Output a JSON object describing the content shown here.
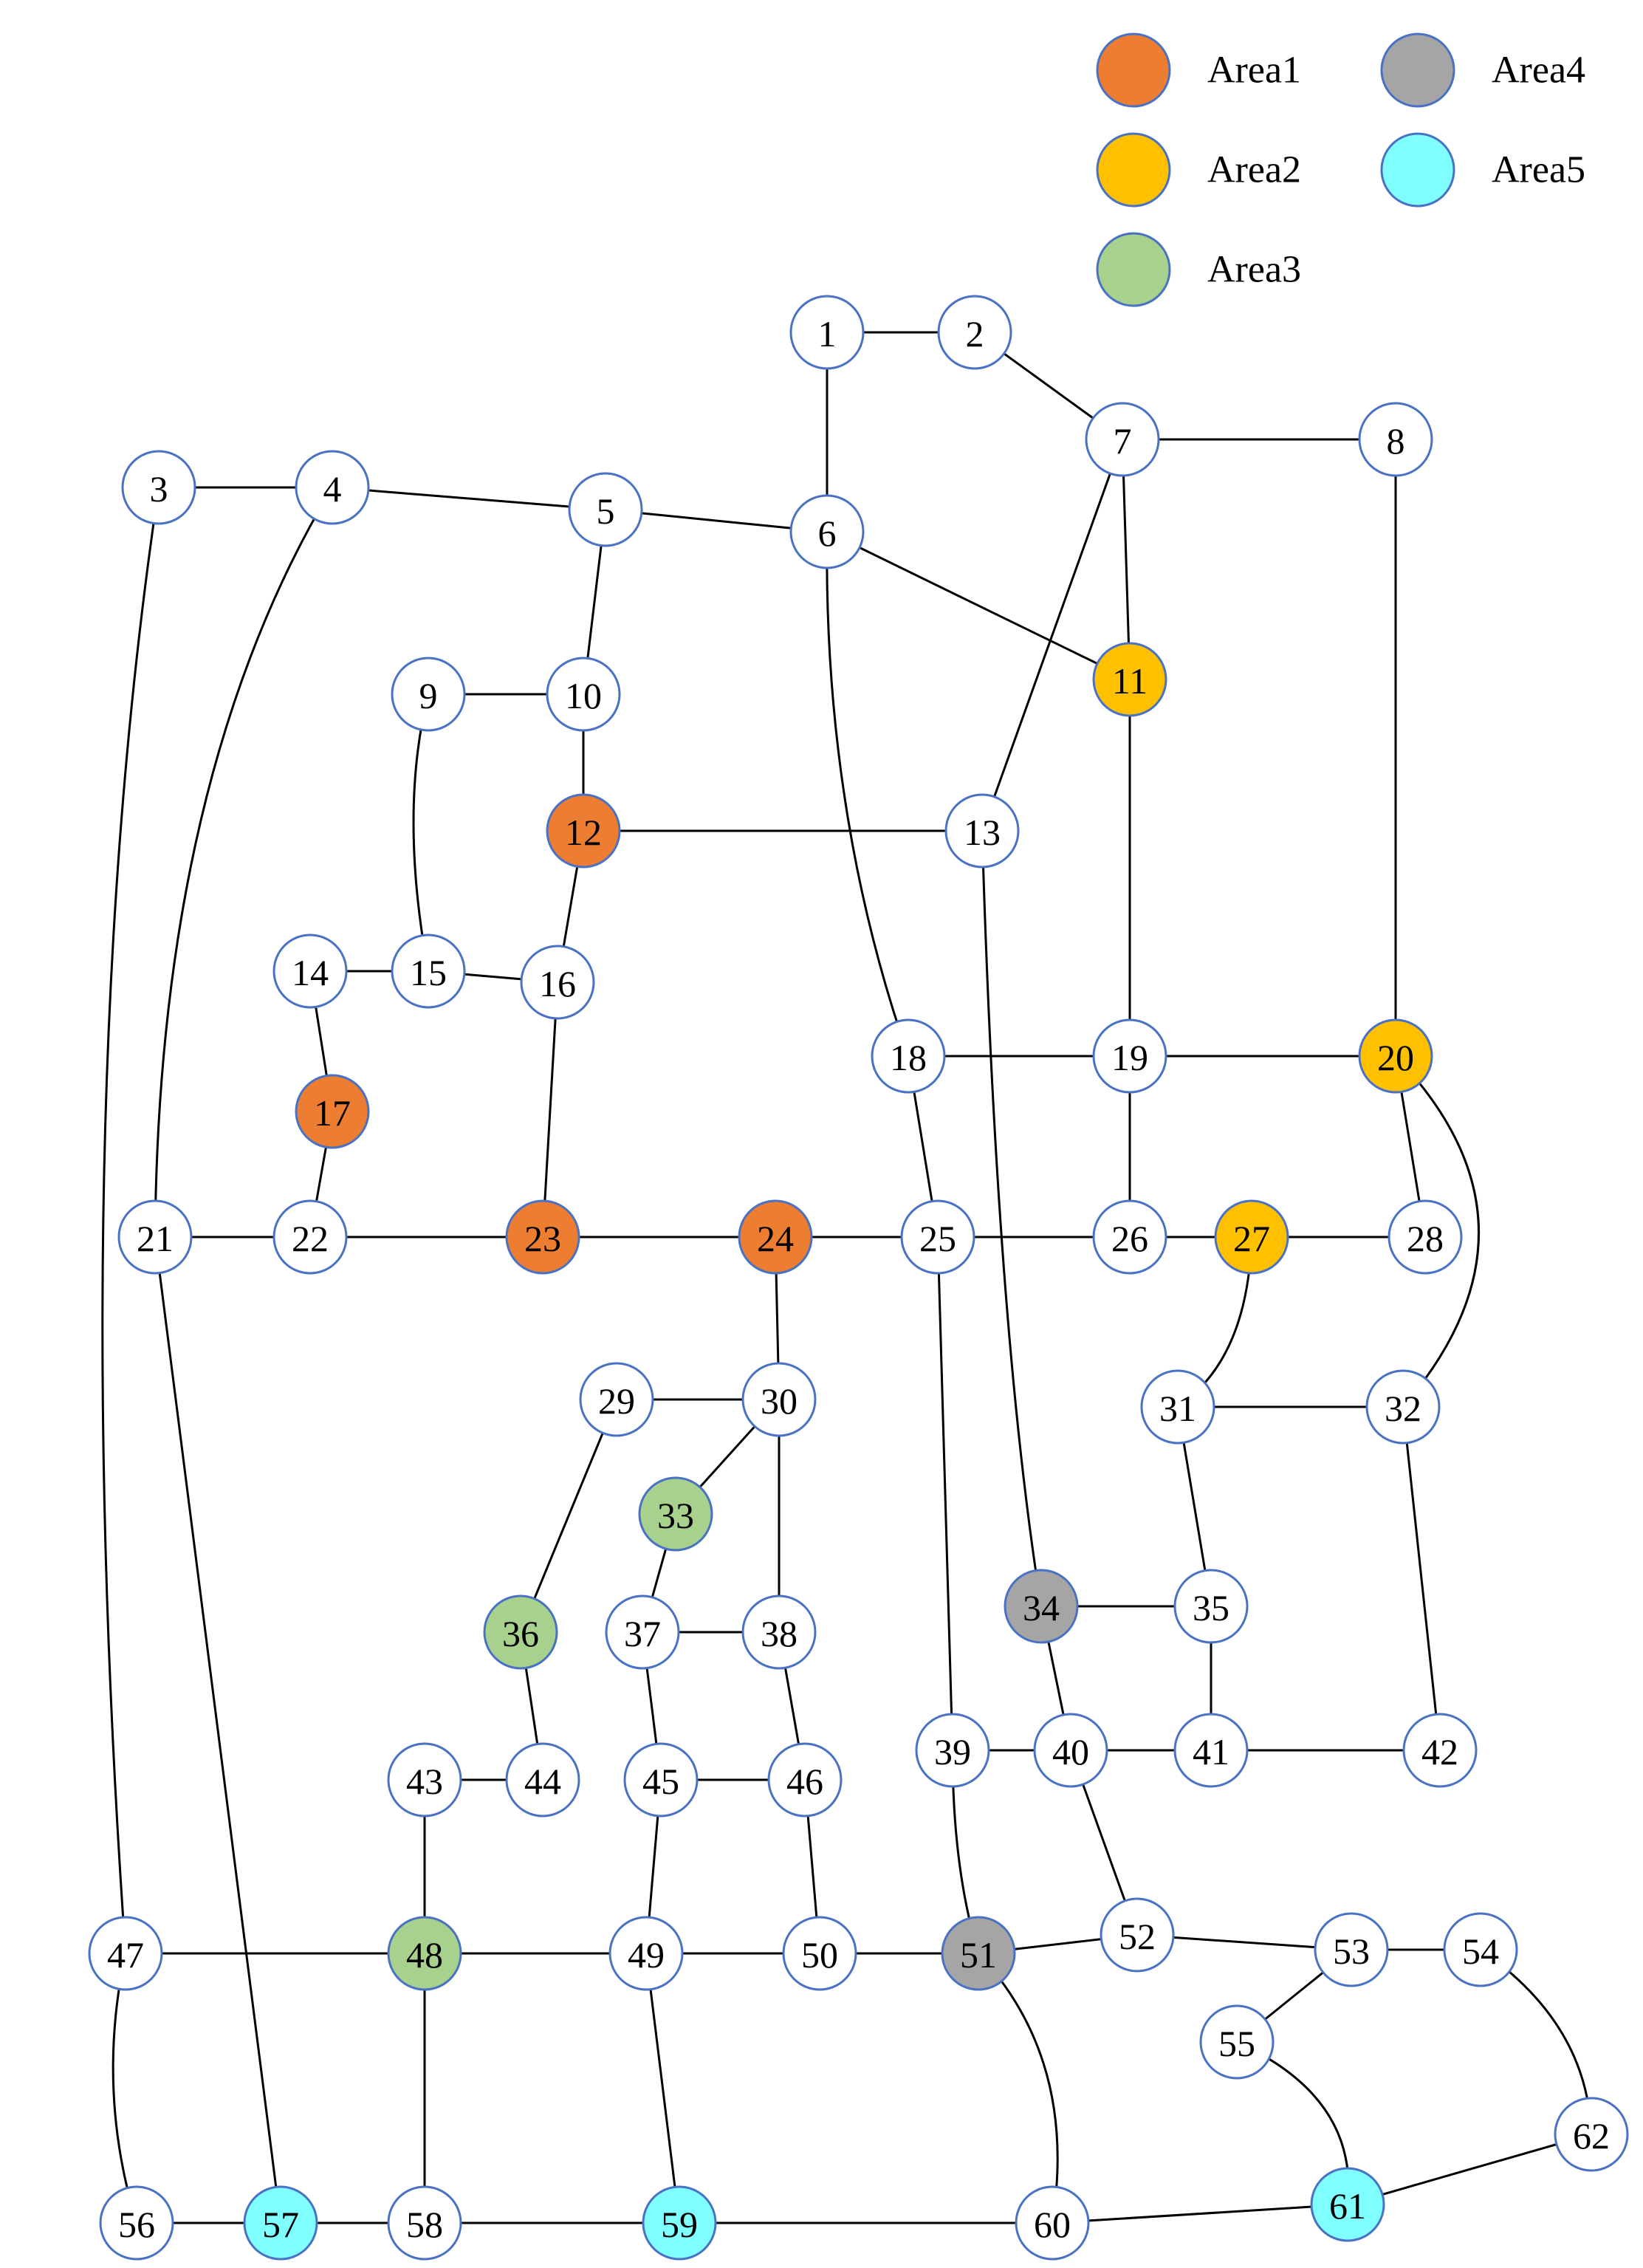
{
  "legend": [
    {
      "key": "area1",
      "label": "Area1",
      "color": "#ED7D31"
    },
    {
      "key": "area2",
      "label": "Area2",
      "color": "#FFC000"
    },
    {
      "key": "area3",
      "label": "Area3",
      "color": "#A9D18E"
    },
    {
      "key": "area4",
      "label": "Area4",
      "color": "#A5A5A5"
    },
    {
      "key": "area5",
      "label": "Area5",
      "color": "#7FFFFF"
    }
  ],
  "default_node_color": "#FFFFFF",
  "nodes": [
    {
      "id": "1"
    },
    {
      "id": "2"
    },
    {
      "id": "3"
    },
    {
      "id": "4"
    },
    {
      "id": "5"
    },
    {
      "id": "6"
    },
    {
      "id": "7"
    },
    {
      "id": "8"
    },
    {
      "id": "9"
    },
    {
      "id": "10"
    },
    {
      "id": "11",
      "area": "area2"
    },
    {
      "id": "12",
      "area": "area1"
    },
    {
      "id": "13"
    },
    {
      "id": "14"
    },
    {
      "id": "15"
    },
    {
      "id": "16"
    },
    {
      "id": "17",
      "area": "area1"
    },
    {
      "id": "18"
    },
    {
      "id": "19"
    },
    {
      "id": "20",
      "area": "area2"
    },
    {
      "id": "21"
    },
    {
      "id": "22"
    },
    {
      "id": "23",
      "area": "area1"
    },
    {
      "id": "24",
      "area": "area1"
    },
    {
      "id": "25"
    },
    {
      "id": "26"
    },
    {
      "id": "27",
      "area": "area2"
    },
    {
      "id": "28"
    },
    {
      "id": "29"
    },
    {
      "id": "30"
    },
    {
      "id": "31"
    },
    {
      "id": "32"
    },
    {
      "id": "33",
      "area": "area3"
    },
    {
      "id": "34",
      "area": "area4"
    },
    {
      "id": "35"
    },
    {
      "id": "36",
      "area": "area3"
    },
    {
      "id": "37"
    },
    {
      "id": "38"
    },
    {
      "id": "39"
    },
    {
      "id": "40"
    },
    {
      "id": "41"
    },
    {
      "id": "42"
    },
    {
      "id": "43"
    },
    {
      "id": "44"
    },
    {
      "id": "45"
    },
    {
      "id": "46"
    },
    {
      "id": "47"
    },
    {
      "id": "48",
      "area": "area3"
    },
    {
      "id": "49"
    },
    {
      "id": "50"
    },
    {
      "id": "51",
      "area": "area4"
    },
    {
      "id": "52"
    },
    {
      "id": "53"
    },
    {
      "id": "54"
    },
    {
      "id": "55"
    },
    {
      "id": "56"
    },
    {
      "id": "57",
      "area": "area5"
    },
    {
      "id": "58"
    },
    {
      "id": "59",
      "area": "area5"
    },
    {
      "id": "60"
    },
    {
      "id": "61",
      "area": "area5"
    },
    {
      "id": "62"
    }
  ],
  "edges": [
    [
      "1",
      "2"
    ],
    [
      "1",
      "6"
    ],
    [
      "2",
      "7"
    ],
    [
      "7",
      "8"
    ],
    [
      "7",
      "11"
    ],
    [
      "7",
      "13"
    ],
    [
      "3",
      "4"
    ],
    [
      "3",
      "47"
    ],
    [
      "4",
      "5"
    ],
    [
      "4",
      "21"
    ],
    [
      "5",
      "6"
    ],
    [
      "5",
      "10"
    ],
    [
      "6",
      "11"
    ],
    [
      "6",
      "18"
    ],
    [
      "9",
      "10"
    ],
    [
      "9",
      "15"
    ],
    [
      "10",
      "12"
    ],
    [
      "12",
      "13"
    ],
    [
      "12",
      "16"
    ],
    [
      "13",
      "34"
    ],
    [
      "14",
      "15"
    ],
    [
      "14",
      "17"
    ],
    [
      "15",
      "16"
    ],
    [
      "16",
      "23"
    ],
    [
      "17",
      "22"
    ],
    [
      "8",
      "20"
    ],
    [
      "11",
      "19"
    ],
    [
      "18",
      "19"
    ],
    [
      "18",
      "25"
    ],
    [
      "19",
      "20"
    ],
    [
      "19",
      "26"
    ],
    [
      "20",
      "28"
    ],
    [
      "20",
      "32"
    ],
    [
      "21",
      "22"
    ],
    [
      "21",
      "57"
    ],
    [
      "22",
      "23"
    ],
    [
      "23",
      "24"
    ],
    [
      "24",
      "25"
    ],
    [
      "24",
      "30"
    ],
    [
      "25",
      "26"
    ],
    [
      "25",
      "39"
    ],
    [
      "26",
      "27"
    ],
    [
      "27",
      "28"
    ],
    [
      "27",
      "31"
    ],
    [
      "29",
      "30"
    ],
    [
      "29",
      "36"
    ],
    [
      "30",
      "33"
    ],
    [
      "30",
      "38"
    ],
    [
      "31",
      "32"
    ],
    [
      "31",
      "35"
    ],
    [
      "32",
      "42"
    ],
    [
      "33",
      "37"
    ],
    [
      "34",
      "35"
    ],
    [
      "34",
      "40"
    ],
    [
      "35",
      "41"
    ],
    [
      "36",
      "44"
    ],
    [
      "37",
      "38"
    ],
    [
      "37",
      "45"
    ],
    [
      "38",
      "46"
    ],
    [
      "39",
      "40"
    ],
    [
      "39",
      "51"
    ],
    [
      "40",
      "41"
    ],
    [
      "40",
      "52"
    ],
    [
      "41",
      "42"
    ],
    [
      "43",
      "44"
    ],
    [
      "43",
      "48"
    ],
    [
      "45",
      "46"
    ],
    [
      "45",
      "49"
    ],
    [
      "46",
      "50"
    ],
    [
      "47",
      "48"
    ],
    [
      "47",
      "56"
    ],
    [
      "48",
      "49"
    ],
    [
      "48",
      "58"
    ],
    [
      "49",
      "50"
    ],
    [
      "49",
      "59"
    ],
    [
      "50",
      "51"
    ],
    [
      "51",
      "52"
    ],
    [
      "51",
      "60"
    ],
    [
      "52",
      "53"
    ],
    [
      "53",
      "54"
    ],
    [
      "53",
      "55"
    ],
    [
      "54",
      "62"
    ],
    [
      "55",
      "61"
    ],
    [
      "56",
      "57"
    ],
    [
      "57",
      "58"
    ],
    [
      "58",
      "59"
    ],
    [
      "59",
      "60"
    ],
    [
      "60",
      "61"
    ],
    [
      "61",
      "62"
    ]
  ]
}
